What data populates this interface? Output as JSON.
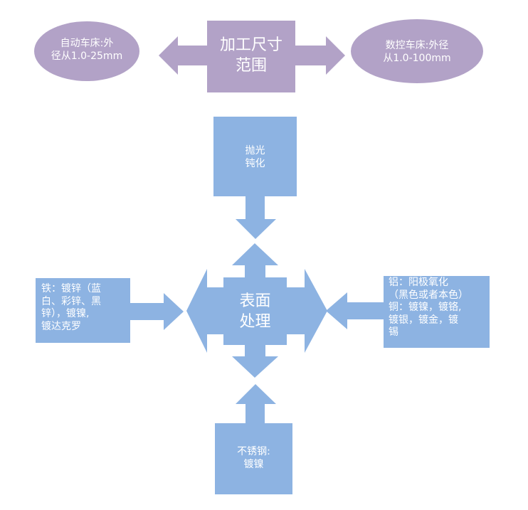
{
  "colors": {
    "purple_box": "#b2a2c7",
    "purple_arrow": "#b2a2c7",
    "blue": "#8db3e2",
    "text": "#ffffff"
  },
  "top": {
    "center_line1": "加工尺寸",
    "center_line2": "范围",
    "left_line1": "自动车床:外",
    "left_line2": "径从1.0-25mm",
    "right_line1": "数控车床:外径",
    "right_line2": "从1.0-100mm"
  },
  "center": {
    "line1": "表面",
    "line2": "处理"
  },
  "boxes": {
    "top_line1": "抛光",
    "top_line2": "钝化",
    "bottom_line1": "不锈钢:",
    "bottom_line2": "镀镍",
    "left_lines": [
      "铁：镀锌（蓝",
      "白、彩锌、黑",
      "锌），镀镍,",
      "镀达克罗"
    ],
    "right_lines": [
      "铝：阳极氧化",
      "（黑色或者本色）",
      "铜：镀镍，镀铬,",
      "镀银，镀金，镀",
      "锡"
    ]
  }
}
